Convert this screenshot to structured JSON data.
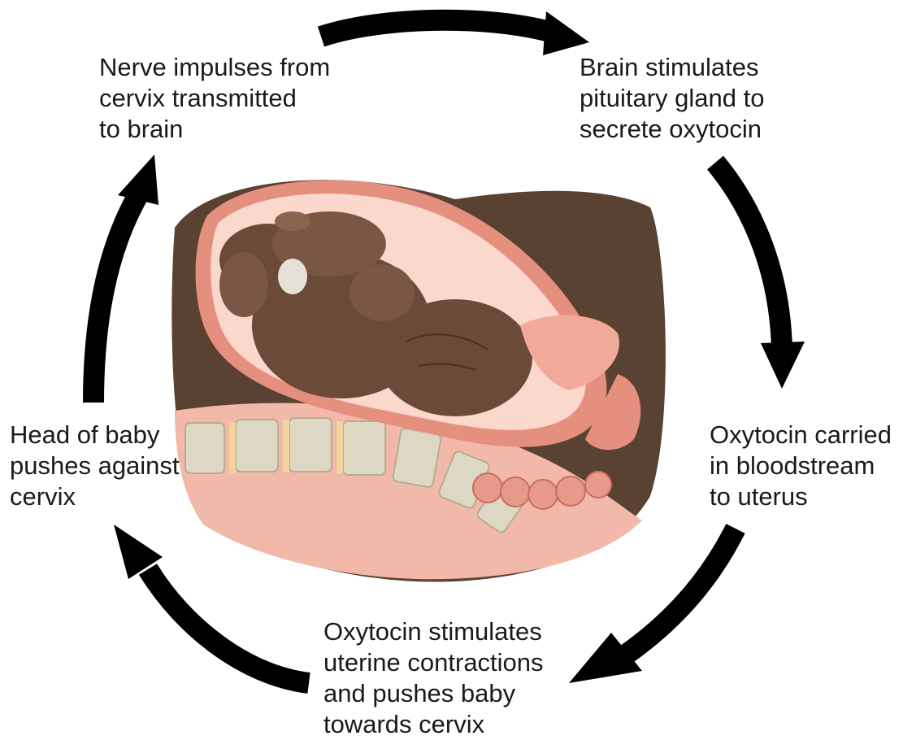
{
  "cycle_steps": [
    {
      "id": "nerve-impulses",
      "lines": [
        "Nerve impulses from",
        "cervix transmitted",
        "to brain"
      ]
    },
    {
      "id": "brain-stimulates",
      "lines": [
        "Brain stimulates",
        "pituitary gland to",
        "secrete oxytocin"
      ]
    },
    {
      "id": "oxytocin-carried",
      "lines": [
        "Oxytocin carried",
        "in bloodstream",
        "to uterus"
      ]
    },
    {
      "id": "oxytocin-contractions",
      "lines": [
        "Oxytocin stimulates",
        "uterine contractions",
        "and pushes baby",
        "towards cervix"
      ]
    },
    {
      "id": "head-pushes",
      "lines": [
        "Head of baby",
        "pushes against",
        "cervix"
      ]
    }
  ],
  "colors": {
    "arrow": "#000000",
    "text": "#1a1a1a",
    "body_shadow": "#5a4233",
    "uterus_wall": "#e58f7f",
    "amniotic": "#fbd8cc",
    "baby_skin": "#6b4a38",
    "spine_bone": "#ddd8c4"
  },
  "icons": [
    "cycle-arrow-icon"
  ]
}
